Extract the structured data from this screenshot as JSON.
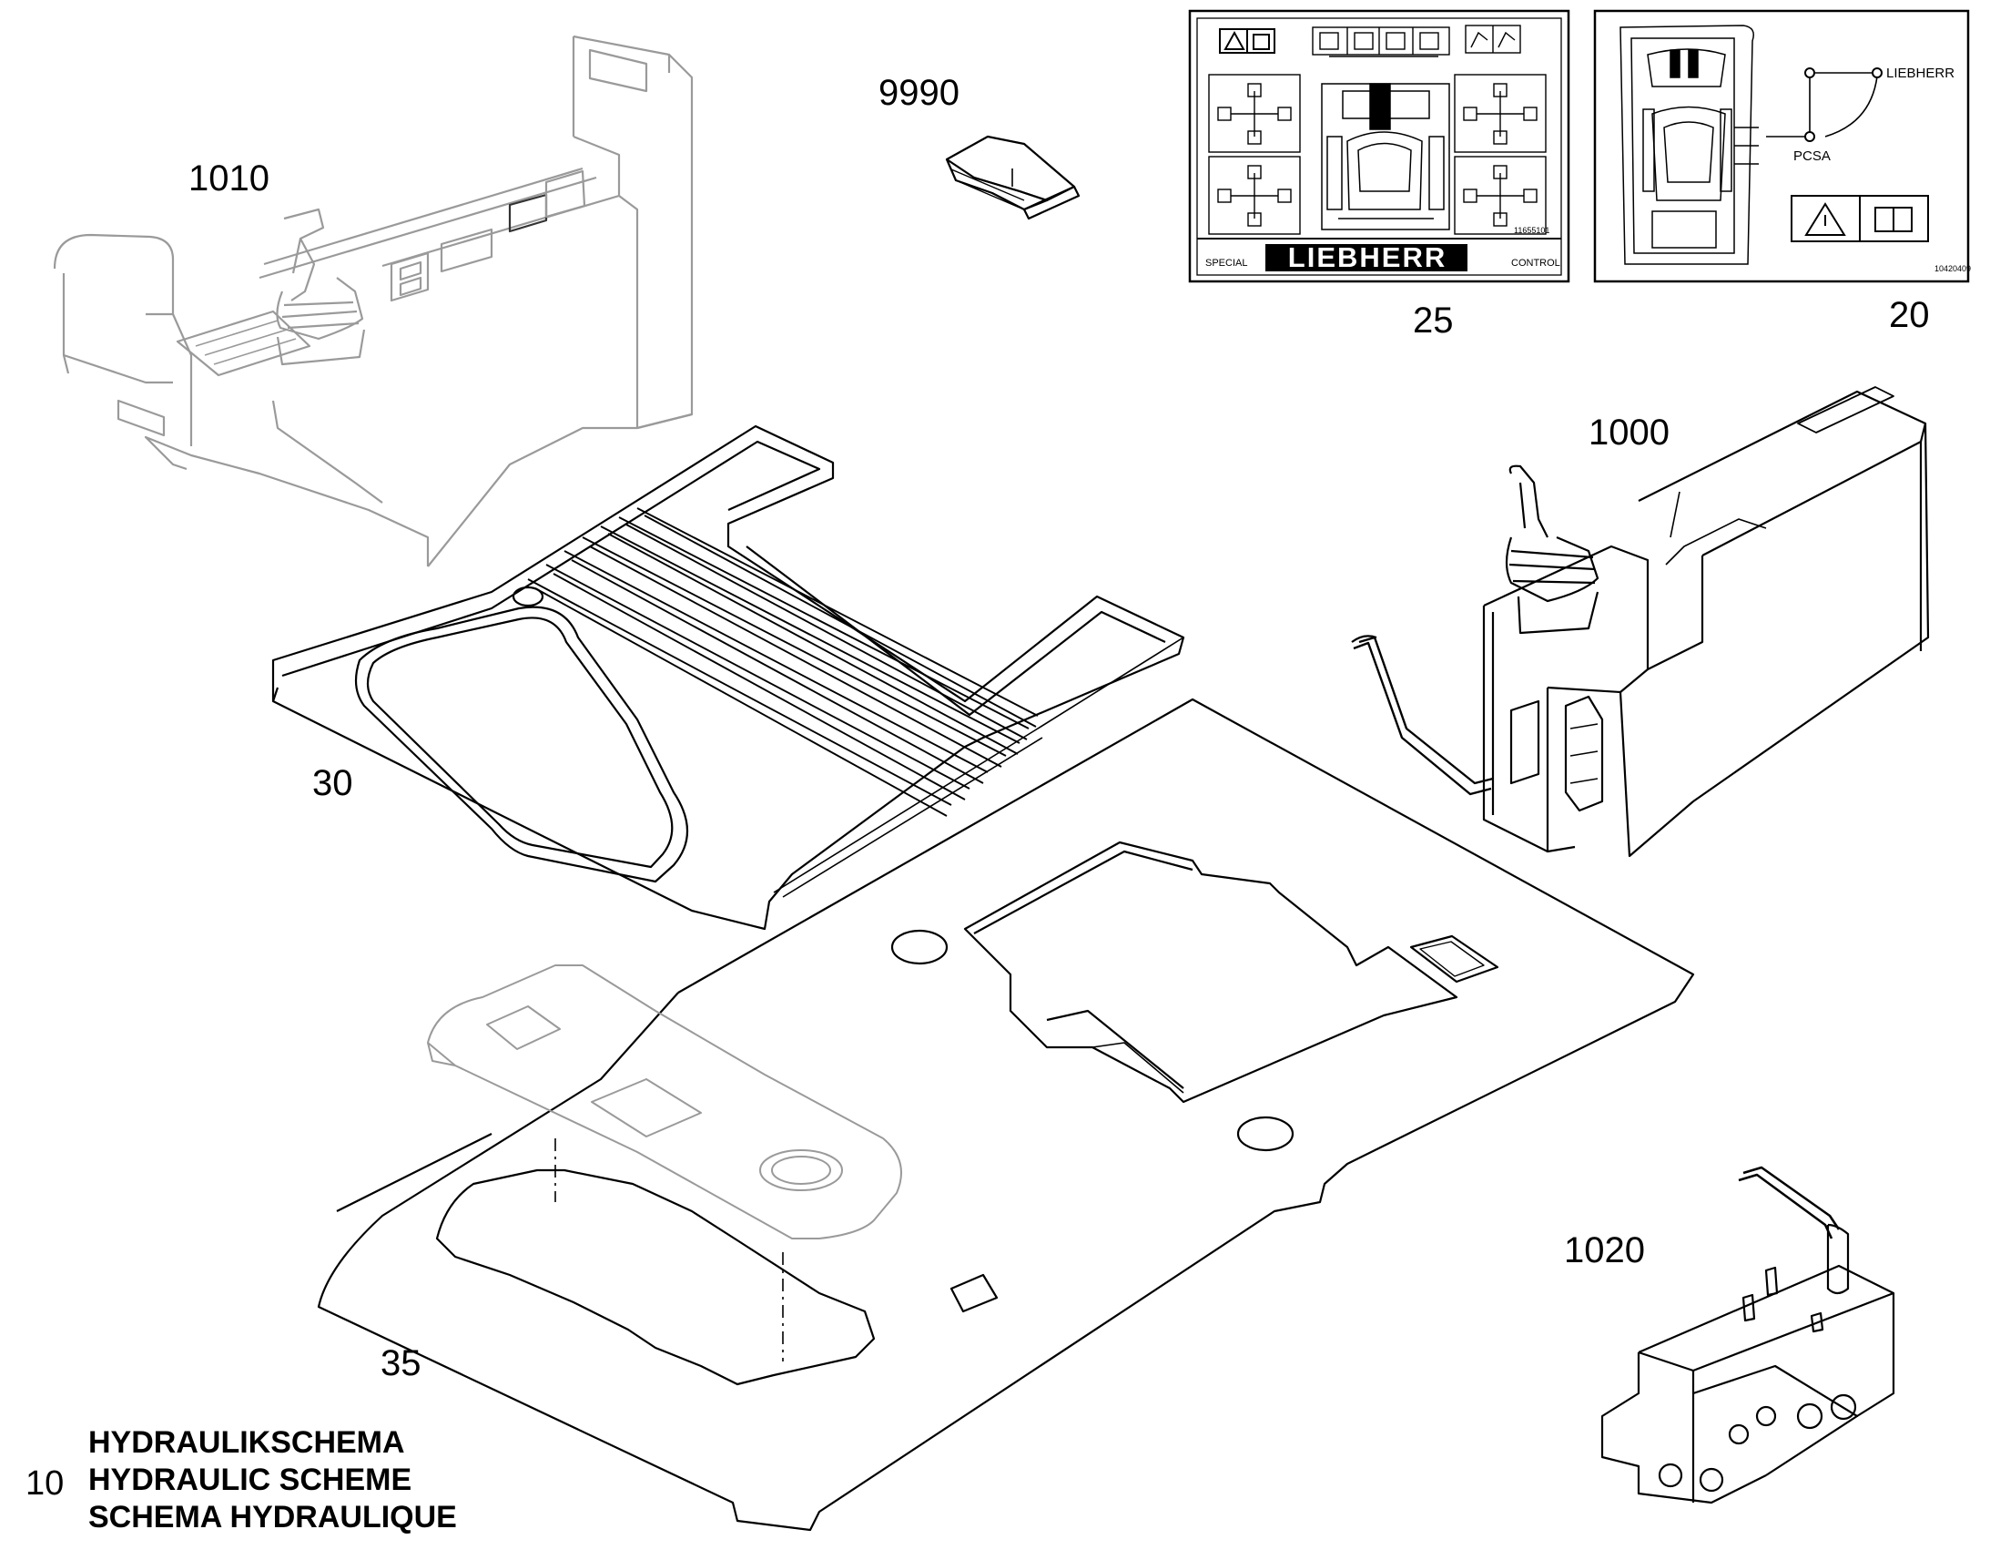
{
  "callouts": {
    "c9990": "9990",
    "c1010": "1010",
    "c25": "25",
    "c20": "20",
    "c1000": "1000",
    "c30": "30",
    "c35": "35",
    "c1020": "1020"
  },
  "decal25": {
    "brand": "LIEBHERR",
    "left_text": "SPECIAL",
    "right_text": "CONTROL",
    "part_no": "11655101"
  },
  "decal20": {
    "label_top": "LIEBHERR",
    "label_mid": "PCSA",
    "part_no": "10420409"
  },
  "hydraulic_note": {
    "number": "10",
    "line1": "HYDRAULIKSCHEMA",
    "line2": "HYDRAULIC SCHEME",
    "line3": "SCHEMA HYDRAULIQUE"
  },
  "colors": {
    "ink": "#000000",
    "ghost": "#9a9a9a"
  }
}
